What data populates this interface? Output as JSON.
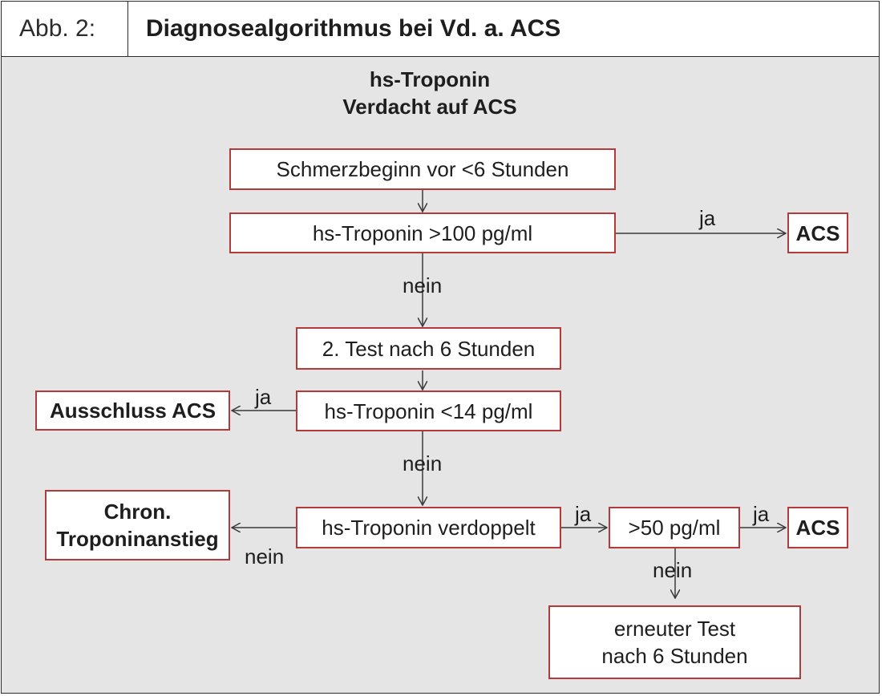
{
  "header": {
    "label": "Abb. 2:",
    "title": "Diagnosealgorithmus bei Vd. a. ACS"
  },
  "diagram": {
    "heading_line1": "hs-Troponin",
    "heading_line2": "Verdacht auf ACS",
    "nodes": {
      "schmerzbeginn": "Schmerzbeginn vor <6 Stunden",
      "troponin_100": "hs-Troponin >100 pg/ml",
      "acs_1": "ACS",
      "test_6h": "2. Test nach 6 Stunden",
      "troponin_14": "hs-Troponin <14 pg/ml",
      "ausschluss": "Ausschluss ACS",
      "verdoppelt": "hs-Troponin verdoppelt",
      "chron_line1": "Chron.",
      "chron_line2": "Troponinanstieg",
      "gt50": ">50 pg/ml",
      "acs_2": "ACS",
      "erneut_line1": "erneuter Test",
      "erneut_line2": "nach 6 Stunden"
    },
    "edge_labels": {
      "ja_acs_1": "ja",
      "nein_test": "nein",
      "ja_ausschluss": "ja",
      "nein_verdoppelt": "nein",
      "nein_chron": "nein",
      "ja_gt50": "ja",
      "ja_acs_2": "ja",
      "nein_erneut": "nein"
    }
  },
  "colors": {
    "box_border": "#b23a3a",
    "background": "#e5e5e5",
    "line": "#3a3a3a"
  }
}
